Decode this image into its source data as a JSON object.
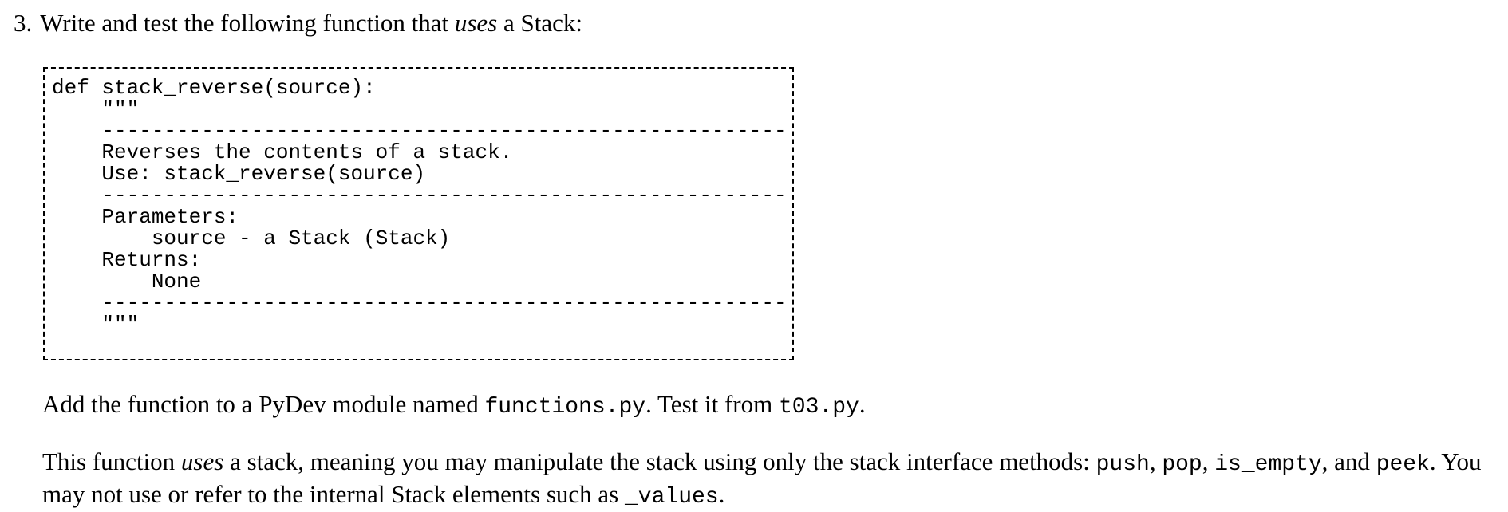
{
  "page": {
    "background_color": "#ffffff",
    "text_color": "#000000"
  },
  "exercise": {
    "number": "3.",
    "title_runs": [
      {
        "t": "Write and test the following function that ",
        "s": "serif"
      },
      {
        "t": "uses",
        "s": "italic"
      },
      {
        "t": " a Stack:",
        "s": "serif"
      }
    ],
    "code_block": {
      "language": "python",
      "lines": [
        "def stack_reverse(source):",
        "    \"\"\"",
        "    -------------------------------------------------------",
        "    Reverses the contents of a stack.",
        "    Use: stack_reverse(source)",
        "    -------------------------------------------------------",
        "    Parameters:",
        "        source - a Stack (Stack)",
        "    Returns:",
        "        None",
        "    -------------------------------------------------------",
        "    \"\"\""
      ]
    },
    "paragraphs": [
      {
        "runs": [
          {
            "t": "Add the function to a PyDev module named ",
            "s": "serif"
          },
          {
            "t": "functions.py",
            "s": "mono"
          },
          {
            "t": ". Test it from ",
            "s": "serif"
          },
          {
            "t": "t03.py",
            "s": "mono"
          },
          {
            "t": ".",
            "s": "serif"
          }
        ]
      },
      {
        "runs": [
          {
            "t": "This function ",
            "s": "serif"
          },
          {
            "t": "uses",
            "s": "italic"
          },
          {
            "t": " a stack, meaning you may manipulate the stack using only the stack interface methods: ",
            "s": "serif"
          },
          {
            "t": "push",
            "s": "mono"
          },
          {
            "t": ", ",
            "s": "serif"
          },
          {
            "t": "pop",
            "s": "mono"
          },
          {
            "t": ", ",
            "s": "serif"
          },
          {
            "t": "is_empty",
            "s": "mono"
          },
          {
            "t": ", and ",
            "s": "serif"
          },
          {
            "t": "peek",
            "s": "mono"
          },
          {
            "t": ". You may not use or refer to the internal Stack elements such as ",
            "s": "serif"
          },
          {
            "t": "_values",
            "s": "mono"
          },
          {
            "t": ".",
            "s": "serif"
          }
        ]
      }
    ]
  }
}
